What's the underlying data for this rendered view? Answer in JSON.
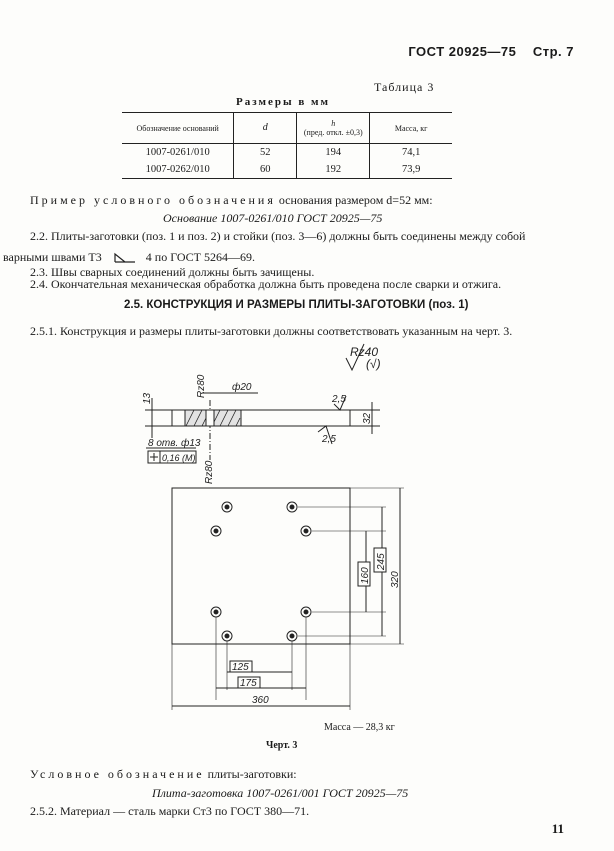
{
  "header": {
    "gost": "ГОСТ  20925—75",
    "page": "Стр. 7"
  },
  "table": {
    "title": "Таблица 3",
    "caption": "Размеры в мм",
    "columns": {
      "designation": "Обозначение оснований",
      "d": "d",
      "h": "h",
      "h_note": "(пред. откл. ±0,3)",
      "mass": "Масса, кг"
    },
    "rows": [
      {
        "designation": "1007-0261/010",
        "d": "52",
        "h": "194",
        "mass": "74,1"
      },
      {
        "designation": "1007-0262/010",
        "d": "60",
        "h": "192",
        "mass": "73,9"
      }
    ]
  },
  "text": {
    "example_label": "Пример условного обозначения",
    "example_rest": " основания размером d=52 мм:",
    "example_designation": "Основание 1007-0261/010 ГОСТ 20925—75",
    "p22a": "2.2. Плиты-заготовки (поз. 1 и поз. 2) и стойки (поз. 3—6) должны быть соединены между собой",
    "p22b_1": "варными швами Т3",
    "p22b_2": "4 по ГОСТ 5264—69.",
    "p23": "2.3. Швы сварных соединений должны быть зачищены.",
    "p24": "2.4. Окончательная механическая обработка должна быть проведена после сварки и отжига.",
    "section": "2.5. КОНСТРУКЦИЯ И РАЗМЕРЫ ПЛИТЫ-ЗАГОТОВКИ (поз. 1)",
    "p251": "2.5.1. Конструкция и размеры плиты-заготовки должны соответствовать указанным на черт. 3.",
    "mass": "Масса — 28,3 кг",
    "drawing_caption": "Черт. 3",
    "cond_label": "Условное обозначение",
    "cond_rest": " плиты-заготовки:",
    "cond_designation": "Плита-заготовка 1007-0261/001 ГОСТ 20925—75",
    "p252": "2.5.2. Материал — сталь марки Ст3 по ГОСТ 380—71."
  },
  "drawing": {
    "roughness_main": "Rz40",
    "roughness_check": "(√)",
    "rz80_top": "Rz80",
    "rz80_bottom": "Rz80",
    "dim_phi20": "ф20",
    "dim_13": "13",
    "dim_2_5_top": "2,5",
    "dim_2_5_bottom": "2,5",
    "dim_32": "32",
    "holes_note": "8 отв. ф13",
    "tolerance": "0,16 (М)",
    "dim_245": "245",
    "dim_160": "160",
    "dim_320": "320",
    "dim_125": "125",
    "dim_175": "175",
    "dim_360": "360"
  },
  "page_number": "11"
}
